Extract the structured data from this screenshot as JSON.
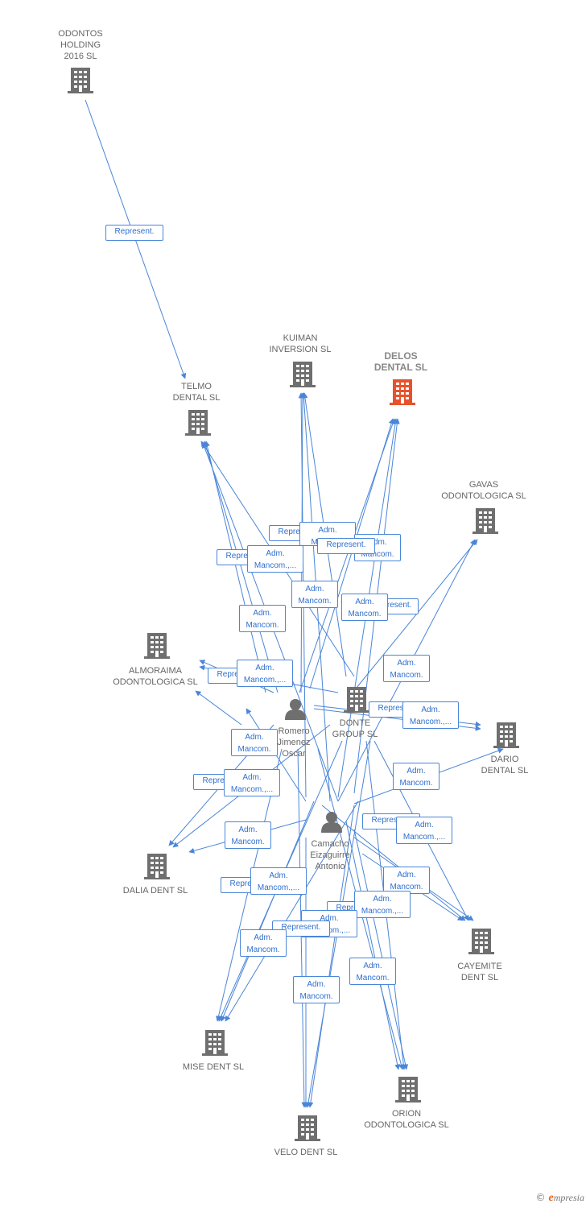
{
  "colors": {
    "edge": "#4a86d8",
    "building": "#6f6f6f",
    "building_highlight": "#e8522b",
    "person": "#6f6f6f"
  },
  "nodes": [
    {
      "id": "odontos",
      "label": "ODONTOS\nHOLDING\n2016  SL",
      "icon": "building-icon",
      "kind": "company"
    },
    {
      "id": "telmo",
      "label": "TELMO\nDENTAL SL",
      "icon": "building-icon",
      "kind": "company"
    },
    {
      "id": "kuiman",
      "label": "KUIMAN\nINVERSION SL",
      "icon": "building-icon",
      "kind": "company"
    },
    {
      "id": "delos",
      "label": "DELOS\nDENTAL  SL",
      "icon": "building-icon",
      "kind": "main"
    },
    {
      "id": "gavas",
      "label": "GAVAS\nODONTOLOGICA SL",
      "icon": "building-icon",
      "kind": "company"
    },
    {
      "id": "almoraima",
      "label": "ALMORAIMA\nODONTOLOGICA SL",
      "icon": "building-icon",
      "kind": "company"
    },
    {
      "id": "donte",
      "label": "DONTE\nGROUP  SL",
      "icon": "building-icon",
      "kind": "company"
    },
    {
      "id": "romero",
      "label": "Romero\nJimenez\nOscar",
      "icon": "person-icon",
      "kind": "person"
    },
    {
      "id": "dario",
      "label": "DARIO\nDENTAL SL",
      "icon": "building-icon",
      "kind": "company"
    },
    {
      "id": "camacho",
      "label": "Camacho\nEizaguirre\nAntonio",
      "icon": "person-icon",
      "kind": "person"
    },
    {
      "id": "dalia",
      "label": "DALIA DENT SL",
      "icon": "building-icon",
      "kind": "company"
    },
    {
      "id": "cayemite",
      "label": "CAYEMITE\nDENT SL",
      "icon": "building-icon",
      "kind": "company"
    },
    {
      "id": "mise",
      "label": "MISE DENT SL",
      "icon": "building-icon",
      "kind": "company"
    },
    {
      "id": "orion",
      "label": "ORION\nODONTOLOGICA SL",
      "icon": "building-icon",
      "kind": "company"
    },
    {
      "id": "velo",
      "label": "VELO DENT SL",
      "icon": "building-icon",
      "kind": "company"
    }
  ],
  "relation_labels": [
    "Represent.",
    "Represent.",
    "Adm.\nMancom.",
    "Represent.",
    "Adm.\nMancom.",
    "Represent.",
    "Adm.\nMancom.,...",
    "Adm.\nMancom.",
    "Adm.\nMancom.",
    "Represent.",
    "Adm.\nMancom.",
    "Represent.",
    "Adm.\nMancom.,...",
    "Adm.\nMancom.",
    "Represent.",
    "Adm.\nMancom.,...",
    "Adm.\nMancom.",
    "Represent.",
    "Adm.\nMancom.,...",
    "Adm.\nMancom.",
    "Adm.\nMancom.",
    "Represent.",
    "Adm.\nMancom.,...",
    "Represent.",
    "Adm.\nMancom.,...",
    "Adm.\nMancom.",
    "Represent.",
    "Adm.\nMancom.,...",
    "Adm.\nMancom.,...",
    "Represent.",
    "Adm.\nMancom.",
    "Adm.\nMancom.",
    "Adm.\nMancom."
  ],
  "footer": {
    "copyright": "©",
    "brand_initial": "e",
    "brand_rest": "mpresia"
  }
}
